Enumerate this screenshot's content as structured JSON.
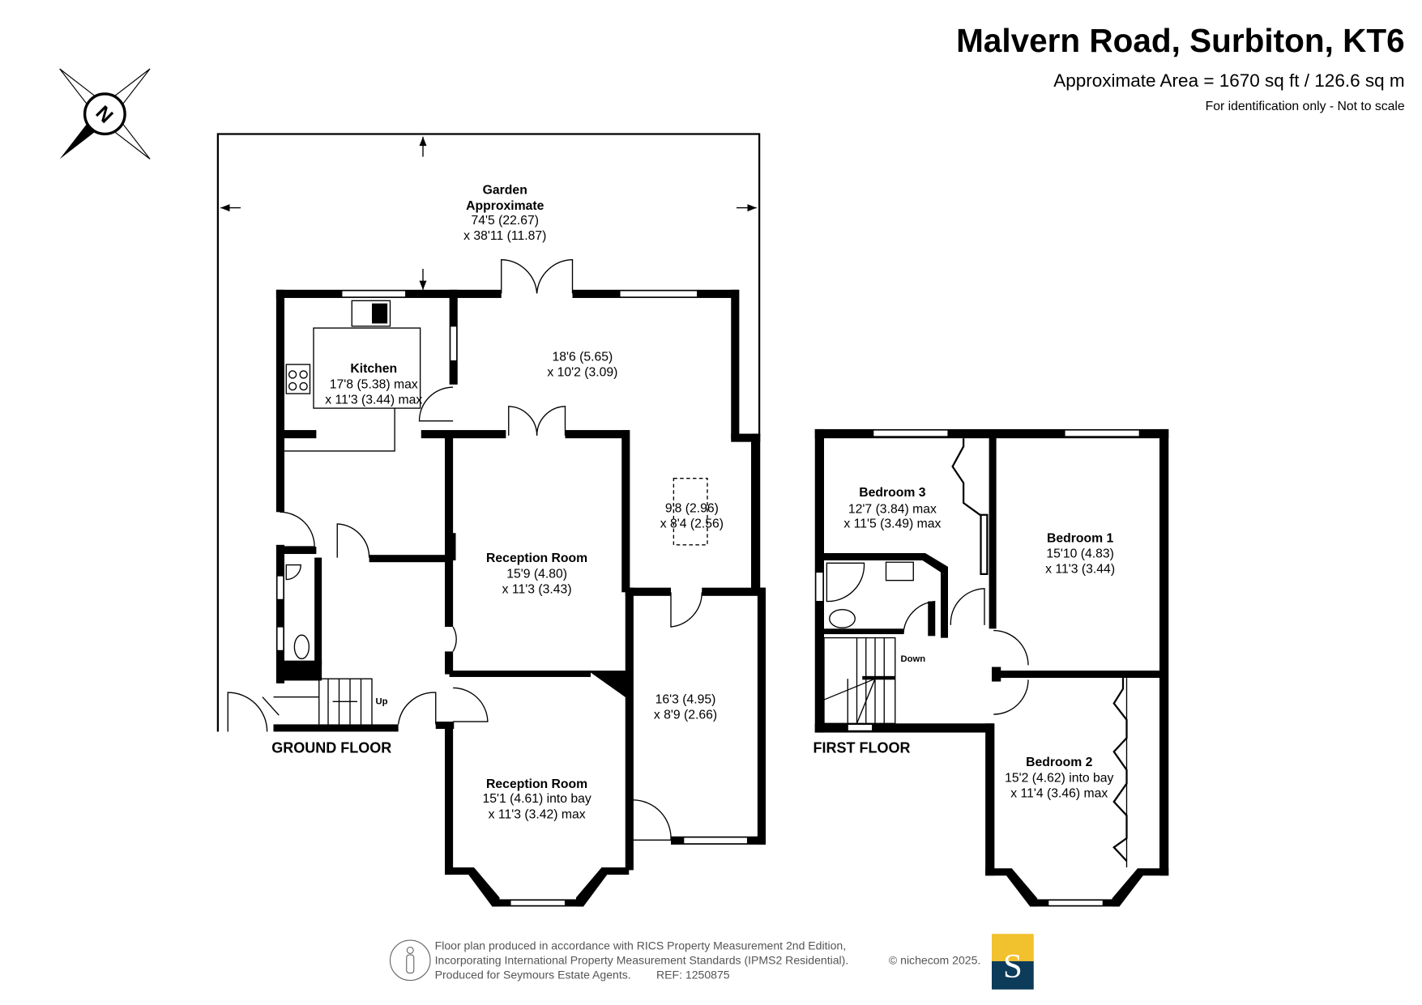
{
  "header": {
    "title": "Malvern Road, Surbiton, KT6",
    "area": "Approximate Area = 1670 sq ft / 126.6 sq m",
    "disclaimer": "For identification only - Not to scale"
  },
  "compass": {
    "label": "N"
  },
  "ground_floor": {
    "label": "GROUND FLOOR",
    "garden": {
      "name": "Garden",
      "name2": "Approximate",
      "dim1": "74'5 (22.67)",
      "dim2": "x 38'11 (11.87)"
    },
    "kitchen": {
      "name": "Kitchen",
      "dim1": "17'8 (5.38) max",
      "dim2": "x 11'3 (3.44) max"
    },
    "dining": {
      "dim1": "18'6 (5.65)",
      "dim2": "x 10'2 (3.09)"
    },
    "conservatory": {
      "dim1": "9'8 (2.96)",
      "dim2": "x 8'4 (2.56)"
    },
    "reception1": {
      "name": "Reception Room",
      "dim1": "15'9 (4.80)",
      "dim2": "x 11'3 (3.43)"
    },
    "reception2": {
      "name": "Reception Room",
      "dim1": "15'1 (4.61) into bay",
      "dim2": "x 11'3 (3.42) max"
    },
    "garage": {
      "dim1": "16'3 (4.95)",
      "dim2": "x 8'9 (2.66)"
    },
    "stairs_label": "Up"
  },
  "first_floor": {
    "label": "FIRST FLOOR",
    "bedroom3": {
      "name": "Bedroom 3",
      "dim1": "12'7 (3.84) max",
      "dim2": "x 11'5 (3.49) max"
    },
    "bedroom1": {
      "name": "Bedroom 1",
      "dim1": "15'10 (4.83)",
      "dim2": "x 11'3 (3.44)"
    },
    "bedroom2": {
      "name": "Bedroom 2",
      "dim1": "15'2 (4.62) into bay",
      "dim2": "x 11'4 (3.46) max"
    },
    "stairs_label": "Down"
  },
  "footer": {
    "line1": "Floor plan produced in accordance with RICS Property Measurement 2nd Edition,",
    "line2": "Incorporating International Property Measurement Standards (IPMS2 Residential).",
    "copyright": "© nichecom 2025.",
    "line3": "Produced for Seymours Estate Agents.",
    "ref": "REF: 1250875",
    "logo_letter": "S",
    "logo_colors": {
      "top": "#f2c12e",
      "bottom": "#0d3b5a"
    }
  }
}
